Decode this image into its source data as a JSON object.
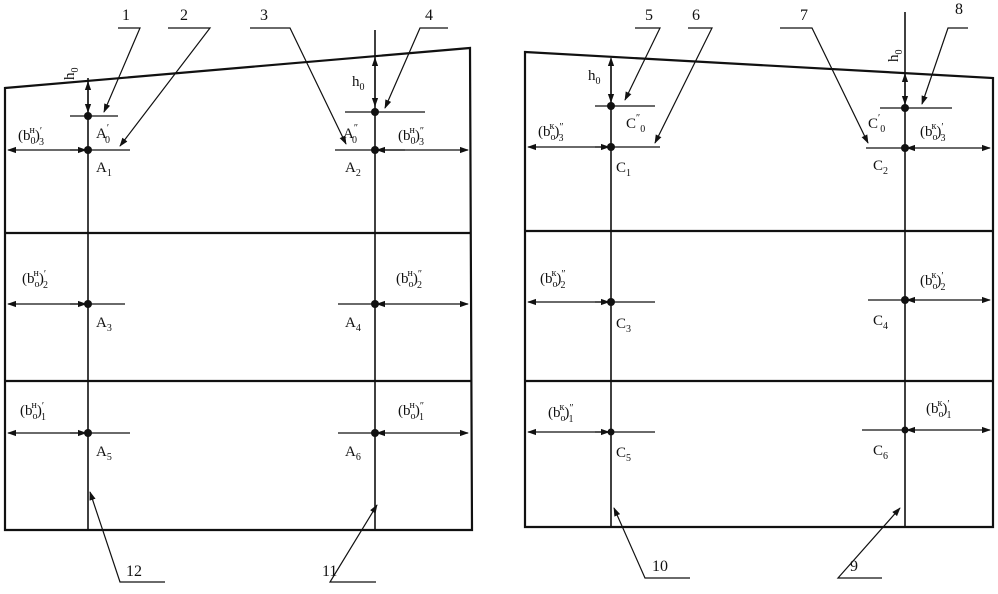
{
  "colors": {
    "ink": "#111111",
    "background": "#ffffff"
  },
  "callouts": {
    "c1": "1",
    "c2": "2",
    "c3": "3",
    "c4": "4",
    "c5": "5",
    "c6": "6",
    "c7": "7",
    "c8": "8",
    "c9": "9",
    "c10": "10",
    "c11": "11",
    "c12": "12"
  },
  "left_panel": {
    "h0_left": {
      "main": "h",
      "sub": "0"
    },
    "h0_right": {
      "main": "h",
      "sub": "0"
    },
    "points": {
      "A0p": {
        "main": "A",
        "sub": "0",
        "prime": "′"
      },
      "A0pp": {
        "main": "A",
        "sub": "0",
        "prime": "″"
      },
      "A1": {
        "main": "A",
        "sub": "1"
      },
      "A2": {
        "main": "A",
        "sub": "2"
      },
      "A3": {
        "main": "A",
        "sub": "3"
      },
      "A4": {
        "main": "A",
        "sub": "4"
      },
      "A5": {
        "main": "A",
        "sub": "5"
      },
      "A6": {
        "main": "A",
        "sub": "6"
      }
    },
    "widths": {
      "b3p": {
        "open": "(b",
        "sub": "0",
        "sup": "н",
        "close": ")",
        "mark": "′",
        "idx": "3"
      },
      "b3pp": {
        "open": "(b",
        "sub": "0",
        "sup": "н",
        "close": ")",
        "mark": "″",
        "idx": "3"
      },
      "b2p": {
        "open": "(b",
        "sub": "o",
        "sup": "н",
        "close": ")",
        "mark": "′",
        "idx": "2"
      },
      "b2pp": {
        "open": "(b",
        "sub": "o",
        "sup": "н",
        "close": ")",
        "mark": "″",
        "idx": "2"
      },
      "b1p": {
        "open": "(b",
        "sub": "o",
        "sup": "н",
        "close": ")",
        "mark": "′",
        "idx": "1"
      },
      "b1pp": {
        "open": "(b",
        "sub": "o",
        "sup": "н",
        "close": ")",
        "mark": "″",
        "idx": "1"
      }
    }
  },
  "right_panel": {
    "h0_left": {
      "main": "h",
      "sub": "0"
    },
    "h0_right": {
      "main": "h",
      "sub": "0"
    },
    "points": {
      "C0pp": {
        "main": "C",
        "mark": "″",
        "sub": "0"
      },
      "C0p": {
        "main": "C",
        "mark": "′",
        "sub": "0"
      },
      "C1": {
        "main": "C",
        "sub": "1"
      },
      "C2": {
        "main": "C",
        "sub": "2"
      },
      "C3": {
        "main": "C",
        "sub": "3"
      },
      "C4": {
        "main": "C",
        "sub": "4"
      },
      "C5": {
        "main": "C",
        "sub": "5"
      },
      "C6": {
        "main": "C",
        "sub": "6"
      }
    },
    "widths": {
      "b3pp": {
        "open": "(b",
        "sub": "o",
        "sup": "к",
        "close": ")",
        "mark": "″",
        "idx": "3"
      },
      "b3p": {
        "open": "(b",
        "sub": "o",
        "sup": "к",
        "close": ")",
        "mark": "′",
        "idx": "3"
      },
      "b2pp": {
        "open": "(b",
        "sub": "o",
        "sup": "к",
        "close": ")",
        "mark": "″",
        "idx": "2"
      },
      "b2p": {
        "open": "(b",
        "sub": "o",
        "sup": "к",
        "close": ")",
        "mark": "′",
        "idx": "2"
      },
      "b1pp": {
        "open": "(b",
        "sub": "o",
        "sup": "к",
        "close": ")",
        "mark": "″",
        "idx": "1"
      },
      "b1p": {
        "open": "(b",
        "sub": "o",
        "sup": "к",
        "close": ")",
        "mark": "′",
        "idx": "1"
      }
    }
  }
}
